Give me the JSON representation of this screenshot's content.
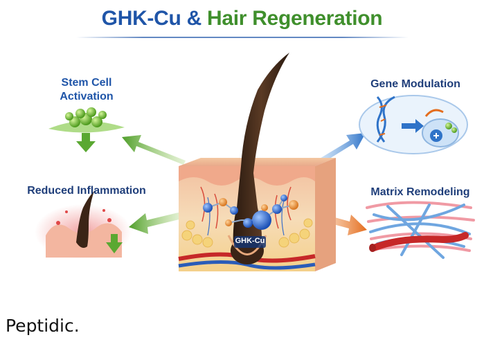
{
  "title": {
    "part1": "GHK-Cu",
    "amp": "&",
    "part2": "Hair Regeneration"
  },
  "labels": {
    "stem_line1": "Stem Cell",
    "stem_line2": "Activation",
    "inflammation": "Reduced Inflammation",
    "gene": "Gene Modulation",
    "matrix": "Matrix Remodeling"
  },
  "center_label": "GHK-Cu",
  "brand": "Peptidic.",
  "colors": {
    "title_blue": "#1f55a8",
    "title_green": "#3f8f2c",
    "arrow_green": "#5aa832",
    "arrow_blue": "#2f7fd0",
    "arrow_orange": "#e8782a"
  },
  "icons": [
    "green-cell-cluster-icon",
    "down-arrow-icon",
    "hair-follicle-icon",
    "dna-icon",
    "cell-icon",
    "fiber-matrix-icon"
  ]
}
